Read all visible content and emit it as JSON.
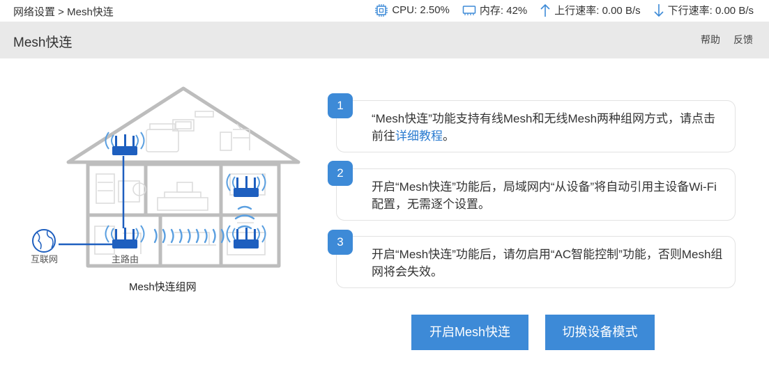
{
  "breadcrumb": {
    "parent": "网络设置",
    "separator": " > ",
    "current": "Mesh快连"
  },
  "stats": {
    "cpu": "CPU: 2.50%",
    "memory": "内存: 42%",
    "upload": "上行速率: 0.00 B/s",
    "download": "下行速率: 0.00 B/s"
  },
  "header": {
    "title": "Mesh快连",
    "help": "帮助",
    "feedback": "反馈"
  },
  "illustration": {
    "internet_label": "互联网",
    "main_router_label": "主路由",
    "caption": "Mesh快连组网"
  },
  "steps": [
    {
      "number": "1",
      "text": "“Mesh快连”功能支持有线Mesh和无线Mesh两种组网方式，请点击前往",
      "link": "详细教程",
      "suffix": "。"
    },
    {
      "number": "2",
      "text": "开启“Mesh快连”功能后，局域网内“从设备”将自动引用主设备Wi-Fi配置，无需逐个设置。"
    },
    {
      "number": "3",
      "text": "开启“Mesh快连”功能后，请勿启用“AC智能控制”功能，否则Mesh组网将会失效。"
    }
  ],
  "buttons": {
    "enable": "开启Mesh快连",
    "switch_mode": "切换设备模式"
  },
  "colors": {
    "accent": "#3d8ad7",
    "link": "#2a7bd0",
    "router": "#1e5fbf",
    "header_bg": "#e9e9e9"
  }
}
